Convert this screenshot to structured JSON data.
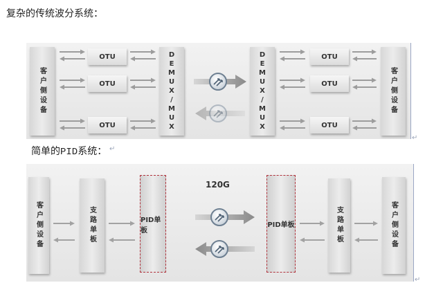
{
  "captions": {
    "top": "复杂的传统波分系统：",
    "bottom": "简单的PID系统：",
    "mark": "↵"
  },
  "wdm_system": {
    "client_left": "客户侧设备",
    "client_right": "客户侧设备",
    "otu_label": "OTU",
    "demux_label": "DEMUX/MUX"
  },
  "pid_system": {
    "client_left": "客户侧设备",
    "tributary_left": "支路单板",
    "pid_board_label": "PID单板",
    "capacity": "120G",
    "tributary_right": "支路单板",
    "client_right": "客户侧设备"
  }
}
